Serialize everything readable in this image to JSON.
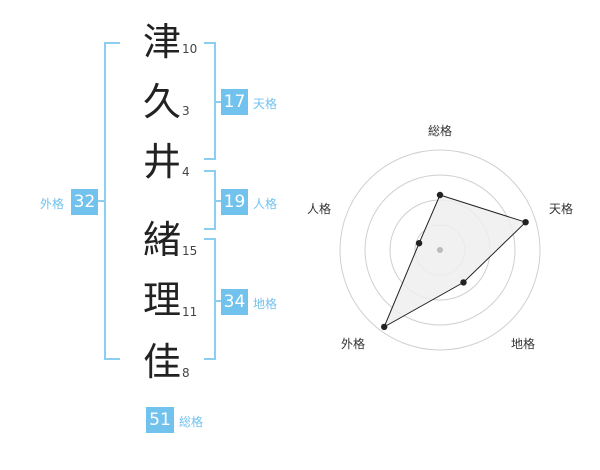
{
  "name": {
    "characters": [
      {
        "char": "津",
        "strokes": "10"
      },
      {
        "char": "久",
        "strokes": "3"
      },
      {
        "char": "井",
        "strokes": "4"
      },
      {
        "char": "緒",
        "strokes": "15"
      },
      {
        "char": "理",
        "strokes": "11"
      },
      {
        "char": "佳",
        "strokes": "8"
      }
    ]
  },
  "fortune": {
    "tenkaku": {
      "value": "17",
      "label": "天格"
    },
    "jinkaku": {
      "value": "19",
      "label": "人格"
    },
    "chikaku": {
      "value": "34",
      "label": "地格"
    },
    "gaikaku": {
      "value": "32",
      "label": "外格"
    },
    "soukaku": {
      "value": "51",
      "label": "総格"
    }
  },
  "chart_data": {
    "type": "radar",
    "axes": [
      "総格",
      "天格",
      "地格",
      "外格",
      "人格"
    ],
    "values": [
      0.55,
      0.9,
      0.4,
      0.95,
      0.22
    ],
    "rings": 4,
    "colors": {
      "fill": "#eeeeee",
      "line": "#222222",
      "ring": "#d0d0d0",
      "center": "#bbbbbb"
    }
  },
  "colors": {
    "accent": "#72c2ee",
    "bracket": "#8ccdf2"
  }
}
